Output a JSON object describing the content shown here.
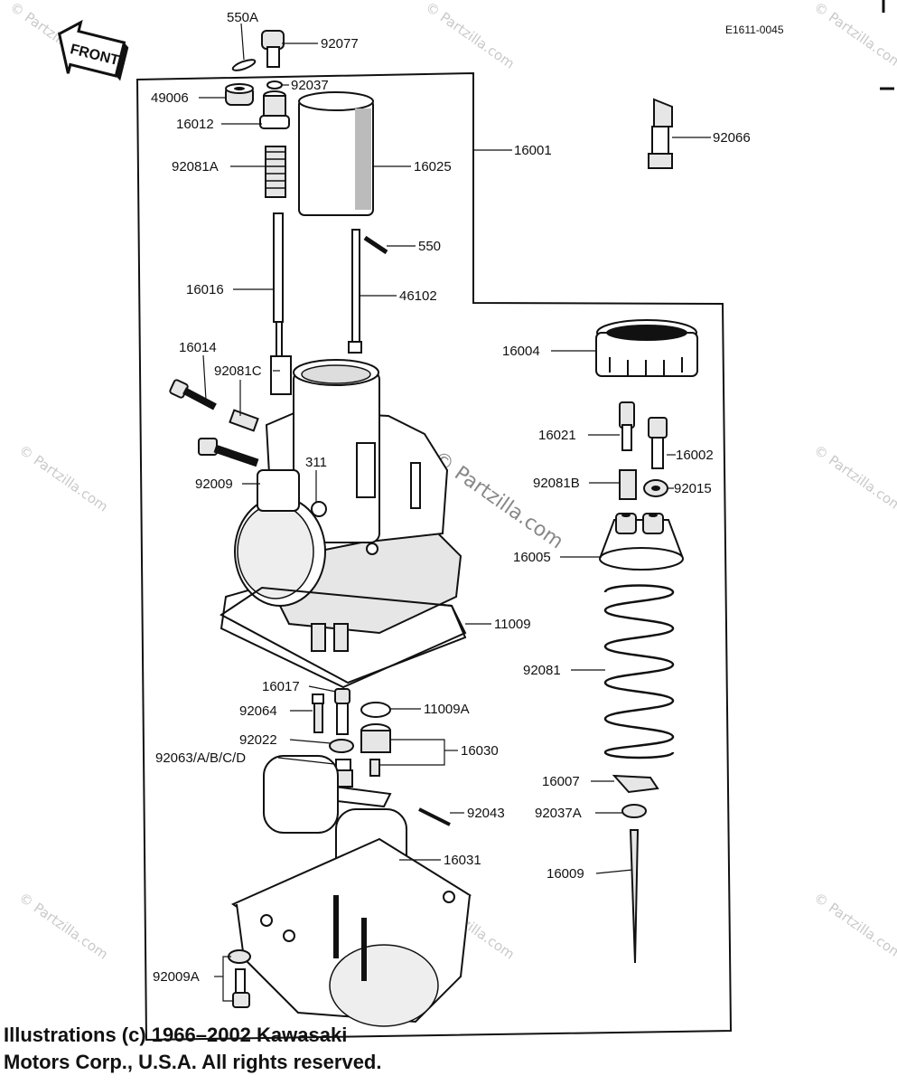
{
  "diagram_code": "E1611-0045",
  "front_badge": "FRONT",
  "labels": {
    "p550A": "550A",
    "p92077": "92077",
    "p92037": "92037",
    "p49006": "49006",
    "p16012": "16012",
    "p92081A": "92081A",
    "p16025": "16025",
    "p16001": "16001",
    "p92066": "92066",
    "p550": "550",
    "p16016": "16016",
    "p46102": "46102",
    "p16014": "16014",
    "p92081C": "92081C",
    "p16004": "16004",
    "p311": "311",
    "p92009": "92009",
    "p16021": "16021",
    "p16002": "16002",
    "p92081B": "92081B",
    "p92015": "92015",
    "p16005": "16005",
    "p11009": "11009",
    "p92081": "92081",
    "p16017": "16017",
    "p92064": "92064",
    "p11009A": "11009A",
    "p92022": "92022",
    "p16030": "16030",
    "p92063": "92063/A/B/C/D",
    "p16007": "16007",
    "p92043": "92043",
    "p92037A": "92037A",
    "p16031": "16031",
    "p16009": "16009",
    "p92009A": "92009A"
  },
  "watermark": "© Partzilla.com",
  "copyright": {
    "line1": "Illustrations (c) 1966–2002 Kawasaki",
    "line2": "Motors Corp., U.S.A.  All rights reserved."
  }
}
